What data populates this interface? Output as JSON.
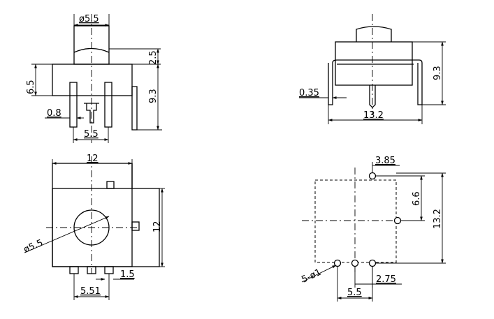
{
  "drawing": {
    "views": {
      "front_left": {
        "dims": {
          "button_dia": "ø5.5",
          "button_height": "2.5",
          "body_height": "6.5",
          "total_height": "9.3",
          "pin_width": "0.8",
          "pin_pitch": "5.5"
        }
      },
      "front_right": {
        "dims": {
          "total_height": "9.3",
          "bracket_thickness": "0.35",
          "body_width": "13.2"
        }
      },
      "top_left": {
        "dims": {
          "width": "12",
          "depth": "12",
          "knob_dia": "ø5.5",
          "pin_offset": "1.5",
          "pin_span": "5.51"
        }
      },
      "footprint": {
        "dims": {
          "hole_offset_x": "3.85",
          "hole_offset_y": "6.6",
          "height": "13.2",
          "hole_spec": "5-ø1",
          "pin_gap": "2.75",
          "pin_span": "5.5"
        }
      }
    }
  }
}
